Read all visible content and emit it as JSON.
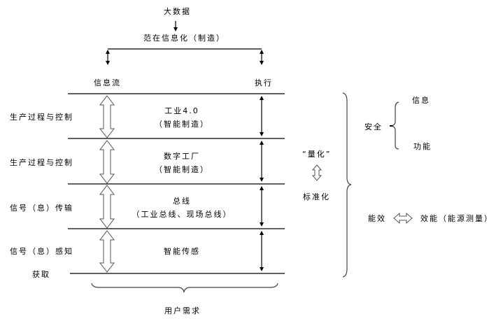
{
  "top": {
    "big_data": "大数据",
    "pervasive": "范在信息化（制造）"
  },
  "columns": {
    "info_flow": "信息流",
    "execution": "执行"
  },
  "layers": [
    {
      "left_label": "生产过程与控制",
      "title": "工业4.0",
      "subtitle": "（智能制造）"
    },
    {
      "left_label": "生产过程与控制",
      "title": "数字工厂",
      "subtitle": "（智能制造）"
    },
    {
      "left_label": "信号（息）传输",
      "title": "总线",
      "subtitle": "（工业总线、现场总线）"
    },
    {
      "left_label": "信号（息）感知",
      "title": "智能传感",
      "subtitle": ""
    }
  ],
  "bottom_left_label": "获取",
  "bottom_brace_label": "用户需求",
  "middle_right": {
    "quantify": "“量化”",
    "standardize": "标准化"
  },
  "right": {
    "security": "安全",
    "security_items": [
      "信息",
      "功能"
    ],
    "energy_efficiency": "能效",
    "efficiency_energy": "效能（能源测量）"
  }
}
